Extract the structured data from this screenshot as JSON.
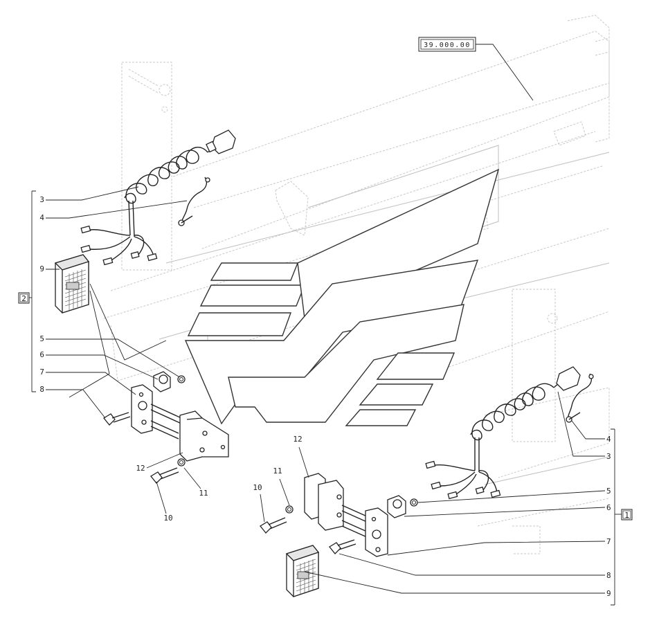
{
  "reference": {
    "code": "39.000.00"
  },
  "groups": [
    {
      "id": "left",
      "label": "2"
    },
    {
      "id": "right",
      "label": "1"
    }
  ],
  "left_callouts": [
    "3",
    "4",
    "9",
    "5",
    "6",
    "7",
    "8"
  ],
  "left_bottom_callouts": [
    "12",
    "11",
    "10"
  ],
  "right_callouts": [
    "4",
    "3",
    "5",
    "6",
    "7",
    "8",
    "9"
  ],
  "right_middle_callouts": [
    "12",
    "11",
    "10"
  ],
  "icons": {
    "left_lamp": "rear-lamp-icon",
    "right_lamp": "rear-lamp-icon",
    "left_harness": "wiring-harness-icon",
    "right_harness": "wiring-harness-icon"
  },
  "colors": {
    "line": "#222222",
    "frame": "#c8c8c8",
    "background": "#ffffff"
  }
}
